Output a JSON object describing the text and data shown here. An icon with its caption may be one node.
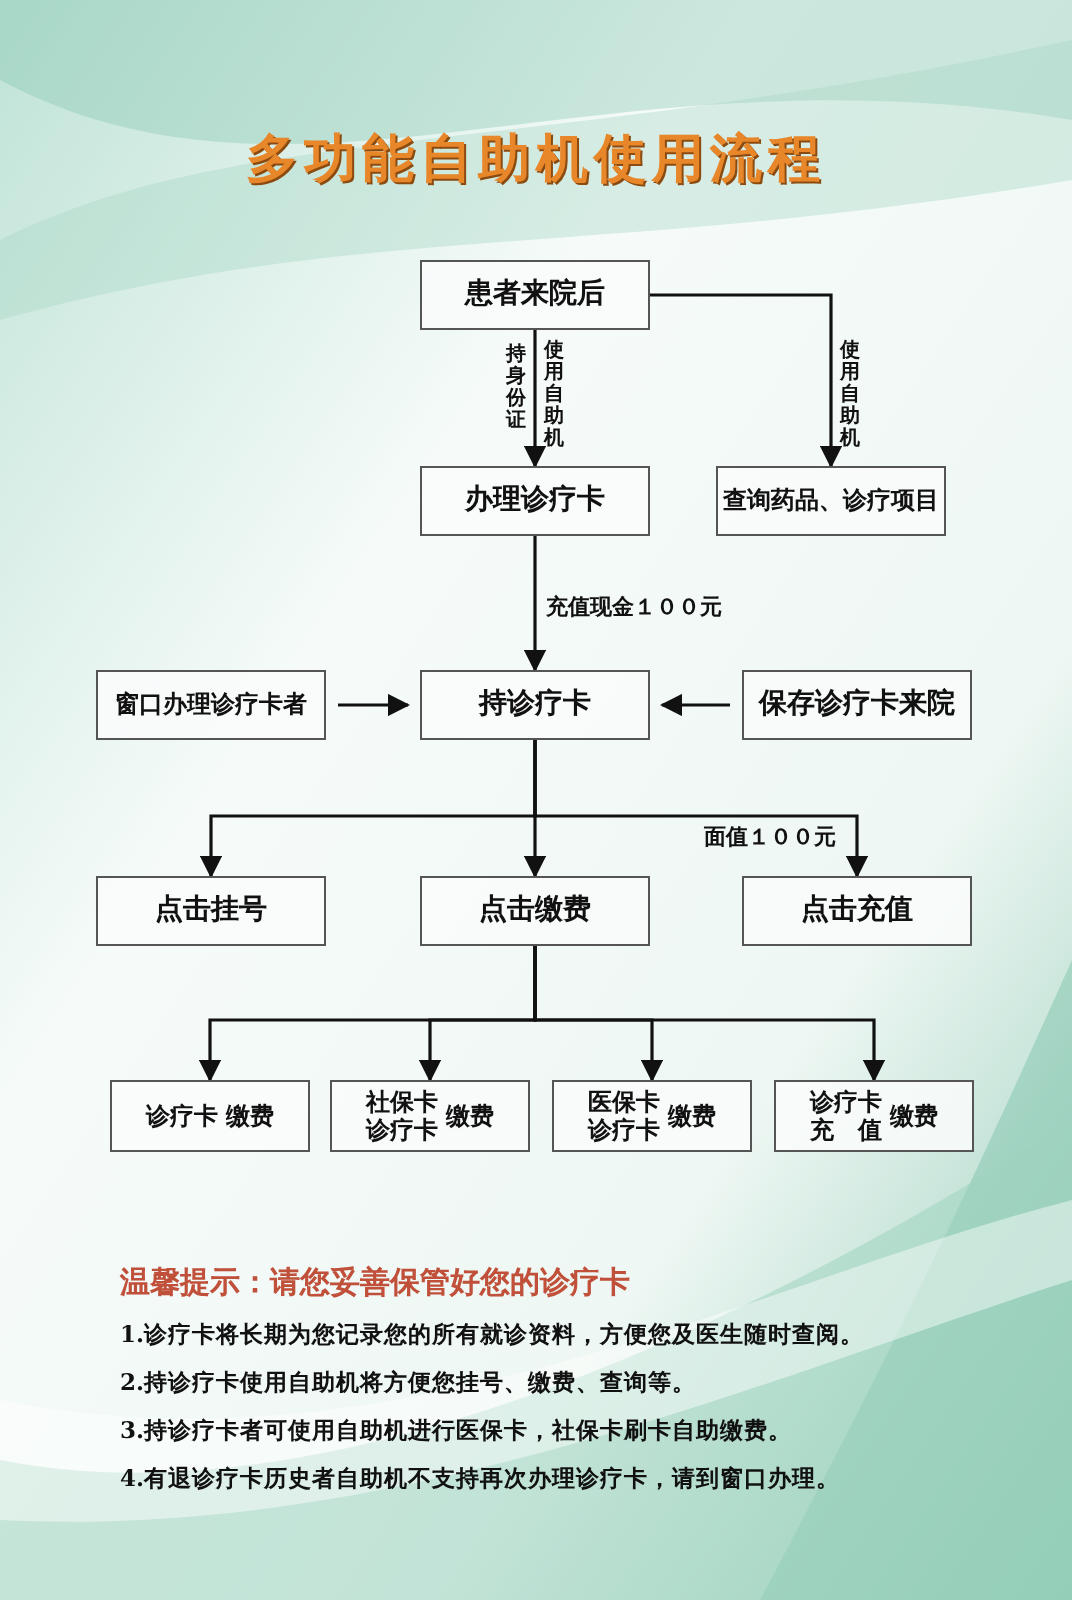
{
  "diagram": {
    "title": "多功能自助机使用流程",
    "nodes": [
      {
        "text": [
          "患者来院后"
        ]
      },
      {
        "text": [
          "办理诊疗卡"
        ]
      },
      {
        "text": [
          "查询药品、诊疗项目"
        ]
      },
      {
        "text": [
          "窗口办理诊疗卡者"
        ]
      },
      {
        "text": [
          "持诊疗卡"
        ]
      },
      {
        "text": [
          "保存诊疗卡来院"
        ]
      },
      {
        "text": [
          "点击挂号"
        ]
      },
      {
        "text": [
          "点击缴费"
        ]
      },
      {
        "text": [
          "点击充值"
        ]
      },
      {
        "text": [
          "诊疗卡",
          "缴费"
        ]
      },
      {
        "text": [
          "社保卡诊疗卡",
          "缴费"
        ]
      },
      {
        "text": [
          "医保卡诊疗卡",
          "缴费"
        ]
      },
      {
        "text": [
          "诊疗卡充值",
          "缴费"
        ]
      }
    ],
    "edges": [
      {
        "from": 0,
        "to": 1,
        "arrow": "to",
        "label": "使用自助机"
      },
      {
        "from": 0,
        "to": 2,
        "arrow": "to",
        "label": "使用自助机"
      },
      {
        "from": 1,
        "to": 4,
        "arrow": "to",
        "label": "充值现金１００元"
      },
      {
        "from": 3,
        "to": 4,
        "arrow": "to"
      },
      {
        "from": 5,
        "to": 4,
        "arrow": "to"
      },
      {
        "from": 4,
        "to": 6,
        "arrow": "to"
      },
      {
        "from": 4,
        "to": 7,
        "arrow": "to"
      },
      {
        "from": 4,
        "to": 8,
        "arrow": "to",
        "label": "面值１００元"
      },
      {
        "from": 7,
        "to": 9,
        "arrow": "to"
      },
      {
        "from": 7,
        "to": 10,
        "arrow": "to"
      },
      {
        "from": 7,
        "to": 11,
        "arrow": "to"
      },
      {
        "from": 7,
        "to": 12,
        "arrow": "to"
      }
    ],
    "labels": [
      "持身份证",
      "温馨提示：请您妥善保管好您的诊疗卡",
      "1.诊疗卡将长期为您记录您的所有就诊资料，方便您及医生随时查阅。",
      "2.持诊疗卡使用自助机将方便您挂号、缴费、查询等。",
      "3.持诊疗卡者可使用自助机进行医保卡，社保卡刷卡自助缴费。",
      "4.有退诊疗卡历史者自助机不支持再次办理诊疗卡，请到窗口办理。"
    ]
  }
}
